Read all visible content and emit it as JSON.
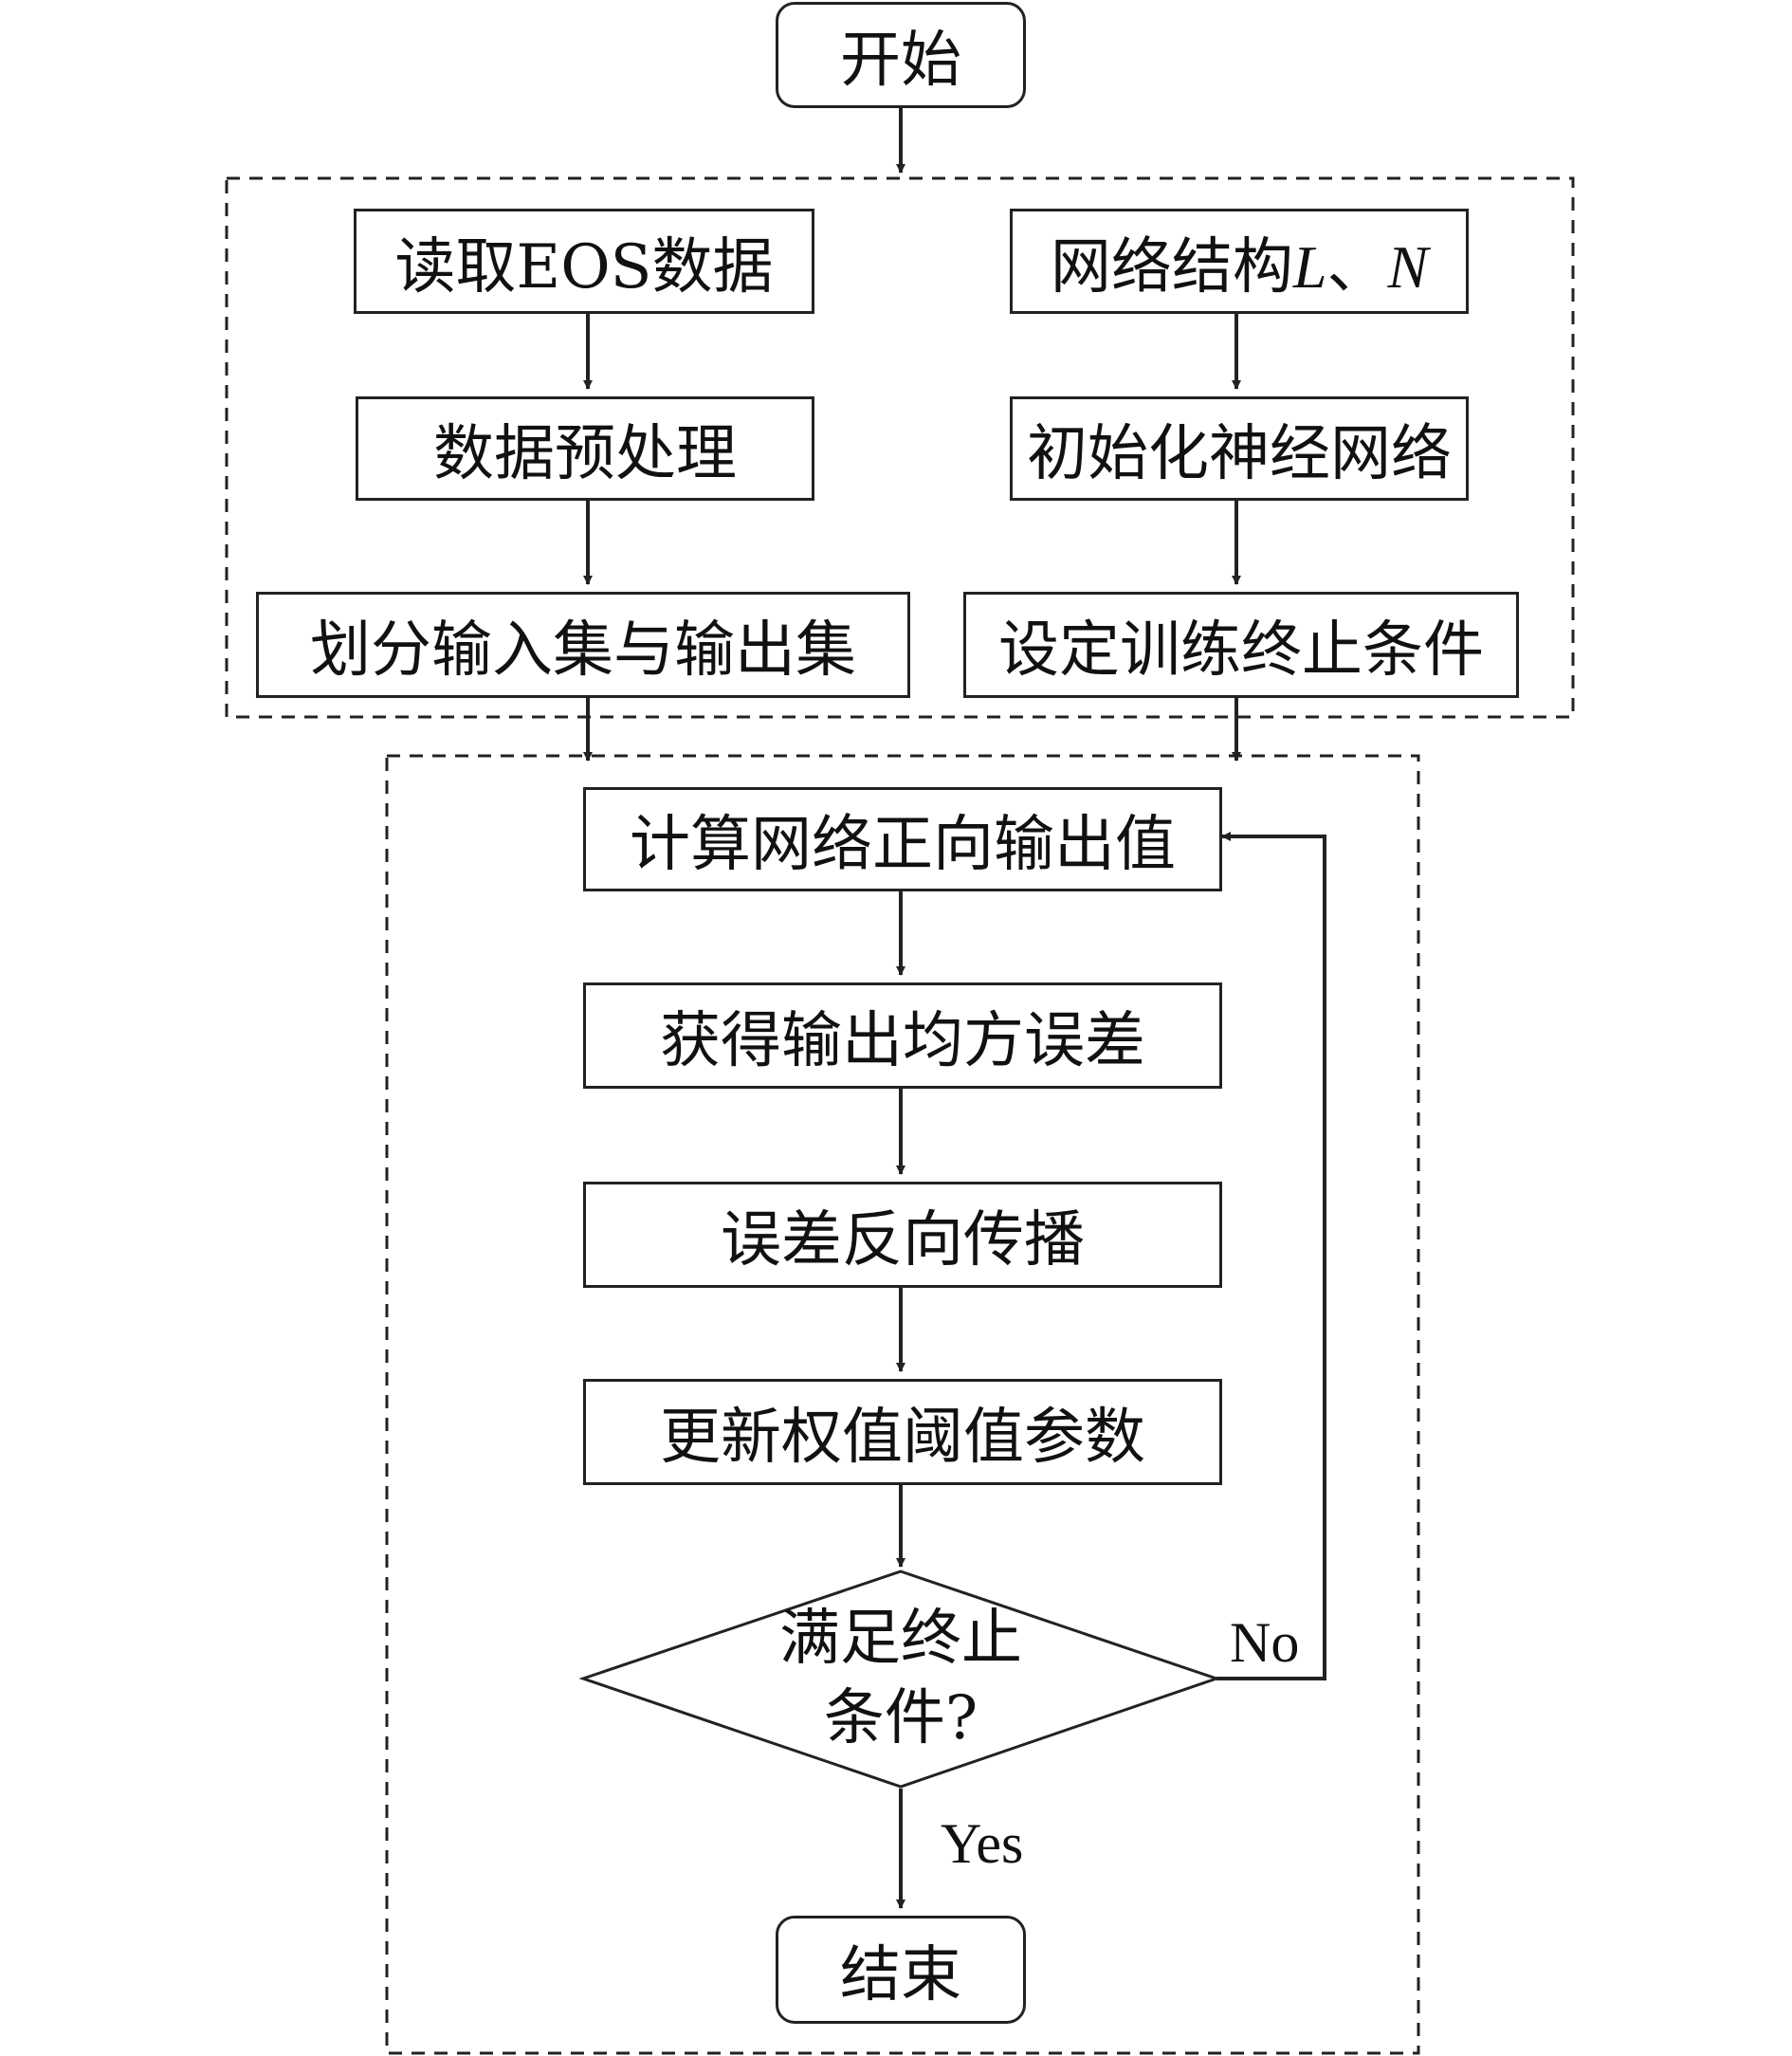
{
  "nodes": {
    "start": "开始",
    "read_data": "读取EOS数据",
    "net_structure": {
      "prefix": "网络结构",
      "sym1": "L",
      "sep": "、",
      "sym2": "N"
    },
    "preprocess": "数据预处理",
    "init_net": "初始化神经网络",
    "split_sets": "划分输入集与输出集",
    "set_condition": "设定训练终止条件",
    "forward": "计算网络正向输出值",
    "mse": "获得输出均方误差",
    "backprop": "误差反向传播",
    "update": "更新权值阈值参数",
    "decision_line1": "满足终止",
    "decision_line2": "条件?",
    "end": "结束"
  },
  "edge_labels": {
    "no": "No",
    "yes": "Yes"
  },
  "colors": {
    "stroke": "#222222",
    "background": "#ffffff"
  }
}
